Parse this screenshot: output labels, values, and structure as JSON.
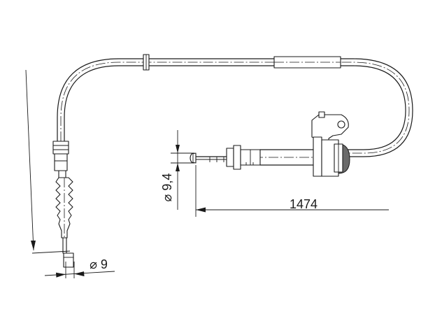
{
  "dimensions": {
    "length": {
      "value": "1474"
    },
    "end_diameter": {
      "value": "⌀ 9,4"
    },
    "bottom_diameter": {
      "value": "⌀ 9"
    }
  }
}
